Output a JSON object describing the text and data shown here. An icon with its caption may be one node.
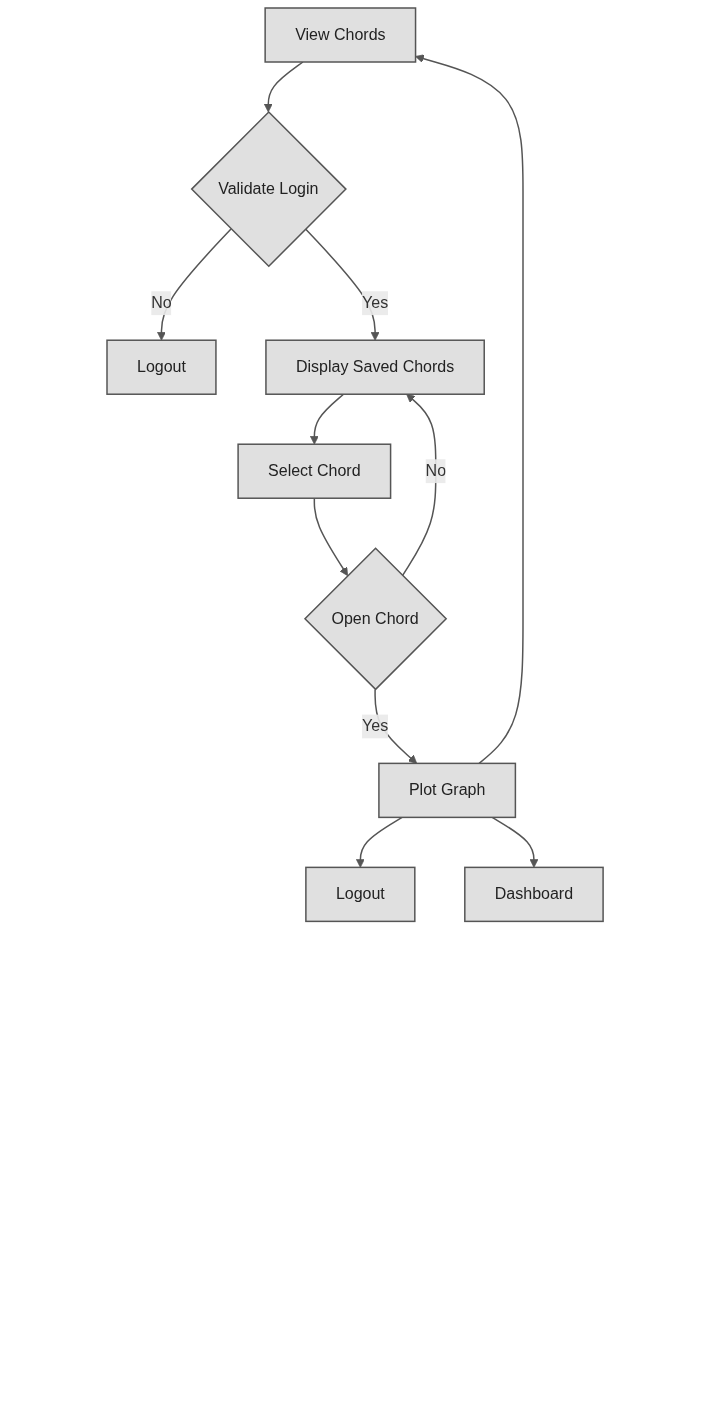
{
  "diagram": {
    "nodes": [
      {
        "text": [
          "View Chords"
        ]
      },
      {
        "text": [
          "Validate Login"
        ]
      },
      {
        "text": [
          "Logout"
        ]
      },
      {
        "text": [
          "Display Saved Chords"
        ]
      },
      {
        "text": [
          "Select Chord"
        ]
      },
      {
        "text": [
          "Open Chord"
        ]
      },
      {
        "text": [
          "Plot Graph"
        ]
      },
      {
        "text": [
          "Logout"
        ]
      },
      {
        "text": [
          "Dashboard"
        ]
      }
    ],
    "edges": [
      {
        "from": 0,
        "to": 1,
        "arrow": "to"
      },
      {
        "from": 1,
        "to": 2,
        "arrow": "to",
        "label": "No"
      },
      {
        "from": 1,
        "to": 3,
        "arrow": "to",
        "label": "Yes"
      },
      {
        "from": 3,
        "to": 4,
        "arrow": "to"
      },
      {
        "from": 4,
        "to": 5,
        "arrow": "to"
      },
      {
        "from": 5,
        "to": 3,
        "arrow": "to",
        "label": "No"
      },
      {
        "from": 5,
        "to": 6,
        "arrow": "to",
        "label": "Yes"
      },
      {
        "from": 6,
        "to": 0,
        "arrow": "to"
      },
      {
        "from": 6,
        "to": 7,
        "arrow": "to"
      },
      {
        "from": 6,
        "to": 8,
        "arrow": "to"
      }
    ]
  }
}
